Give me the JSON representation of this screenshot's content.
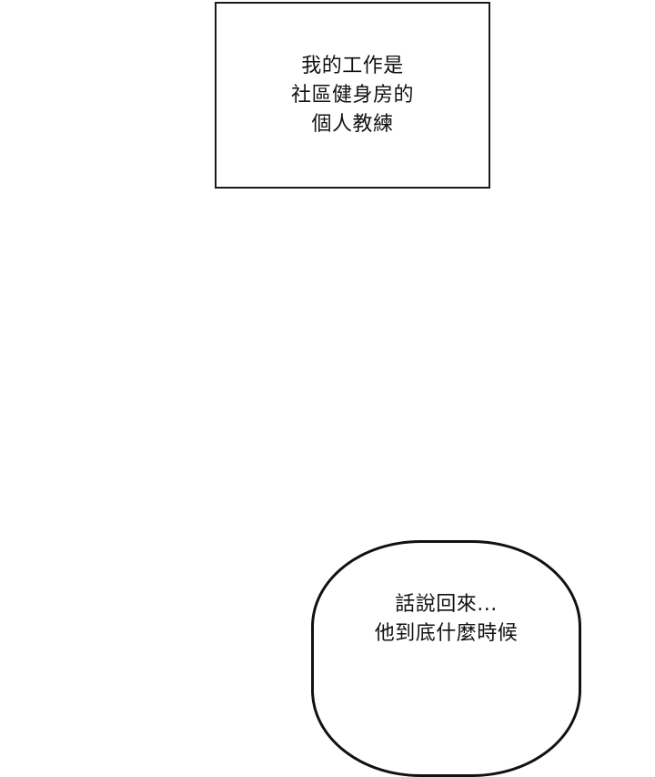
{
  "caption_box": {
    "lines": [
      "我的工作是",
      "社區健身房的",
      "個人教練"
    ]
  },
  "speech_bubble": {
    "lines": [
      "話說回來...",
      "他到底什麼時候"
    ]
  },
  "colors": {
    "background": "#ffffff",
    "ink": "#111111"
  }
}
